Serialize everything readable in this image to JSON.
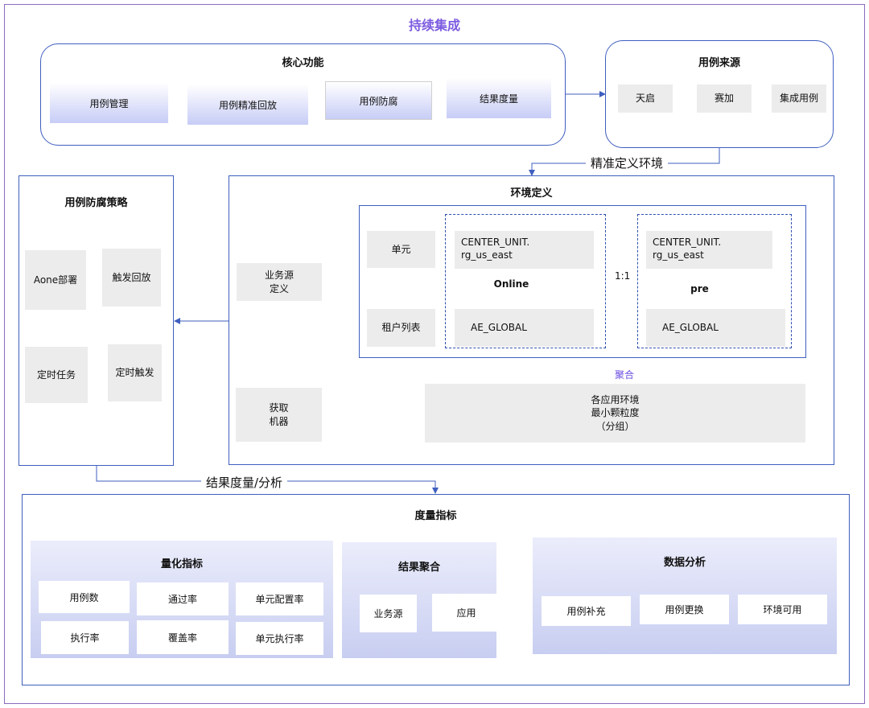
{
  "title": "持续集成",
  "core": {
    "title": "核心功能",
    "items": [
      "用例管理",
      "用例精准回放",
      "用例防腐",
      "结果度量"
    ]
  },
  "source": {
    "title": "用例来源",
    "items": [
      "天启",
      "赛加",
      "集成用例"
    ]
  },
  "label_env": "精准定义环境",
  "strategy": {
    "title": "用例防腐策略",
    "items": [
      "Aone部署",
      "触发回放",
      "定时任务",
      "定时触发"
    ]
  },
  "env": {
    "title": "环境定义",
    "biz_source": "业务源\n定义",
    "unit_label": "单元",
    "tenant_label": "租户列表",
    "online": {
      "unit": "CENTER_UNIT.\nrg_us_east",
      "name": "Online",
      "tenant": "AE_GLOBAL"
    },
    "ratio": "1:1",
    "pre": {
      "unit": "CENTER_UNIT.\nrg_us_east",
      "name": "pre",
      "tenant": "AE_GLOBAL"
    },
    "aggregate": "聚合",
    "granularity": "各应用环境\n最小颗粒度\n（分组）",
    "acquire": "获取\n机器"
  },
  "label_result": "结果度量/分析",
  "metrics": {
    "title": "度量指标",
    "quant": {
      "title": "量化指标",
      "items": [
        "用例数",
        "通过率",
        "单元配置率",
        "执行率",
        "覆盖率",
        "单元执行率"
      ]
    },
    "agg": {
      "title": "结果聚合",
      "items": [
        "业务源",
        "应用"
      ]
    },
    "analysis": {
      "title": "数据分析",
      "items": [
        "用例补充",
        "用例更换",
        "环境可用"
      ]
    }
  }
}
